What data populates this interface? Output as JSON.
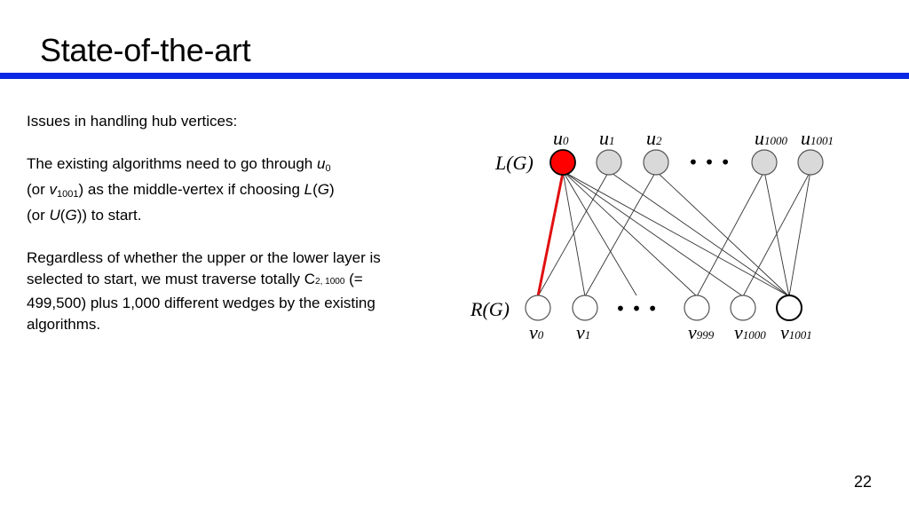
{
  "slide": {
    "title": "State-of-the-art",
    "page_number": "22",
    "accent_color": "#0a28e6"
  },
  "text": {
    "intro": "Issues in handling hub vertices:",
    "p1_a": "The existing algorithms need to go through ",
    "p1_u": "u",
    "p1_u_sub": "0",
    "p1_b": "(or ",
    "p1_v": "v",
    "p1_v_sub": "1001",
    "p1_c": ") as the middle-vertex if choosing ",
    "p1_L": "L",
    "p1_paren_open": "(",
    "p1_G": "G",
    "p1_paren_close": ")",
    "p1_d": "(or ",
    "p1_U": "U",
    "p1_G2": "G",
    "p1_e": ")) to start.",
    "p2_a": "Regardless of whether the upper or the lower layer is selected to start, we must traverse totally C",
    "p2_sub": "2, 1000",
    "p2_b": " (= 499,500) plus 1,000 different wedges by the existing algorithms."
  },
  "graph": {
    "upper_layer_label": "L(G)",
    "lower_layer_label": "R(G)",
    "ellipsis": "• • •",
    "highlight_color": "#e01010",
    "hub_fill": "#ff0000",
    "node_fill": "#d9d9d9",
    "upper_nodes": [
      {
        "id": "u0",
        "base": "u",
        "sub": "0",
        "hub": true
      },
      {
        "id": "u1",
        "base": "u",
        "sub": "1"
      },
      {
        "id": "u2",
        "base": "u",
        "sub": "2"
      },
      {
        "id": "u1000",
        "base": "u",
        "sub": "1000"
      },
      {
        "id": "u1001",
        "base": "u",
        "sub": "1001"
      }
    ],
    "lower_nodes": [
      {
        "id": "v0",
        "base": "v",
        "sub": "0"
      },
      {
        "id": "v1",
        "base": "v",
        "sub": "1"
      },
      {
        "id": "v999",
        "base": "v",
        "sub": "999"
      },
      {
        "id": "v1000",
        "base": "v",
        "sub": "1000"
      },
      {
        "id": "v1001",
        "base": "v",
        "sub": "1001",
        "hub": true
      }
    ],
    "edges": [
      {
        "from": "u0",
        "to": "v0",
        "highlight": true
      },
      {
        "from": "u0",
        "to": "v1"
      },
      {
        "from": "u0",
        "to": "dots"
      },
      {
        "from": "u0",
        "to": "v999"
      },
      {
        "from": "u0",
        "to": "v1000"
      },
      {
        "from": "u0",
        "to": "v1001"
      },
      {
        "from": "u1",
        "to": "v1001"
      },
      {
        "from": "u2",
        "to": "v1001"
      },
      {
        "from": "u1000",
        "to": "v1001"
      },
      {
        "from": "u1001",
        "to": "v1001"
      },
      {
        "from": "u1",
        "to": "v0"
      },
      {
        "from": "u2",
        "to": "v1"
      },
      {
        "from": "u1000",
        "to": "v999"
      },
      {
        "from": "u1001",
        "to": "v1000"
      }
    ]
  }
}
